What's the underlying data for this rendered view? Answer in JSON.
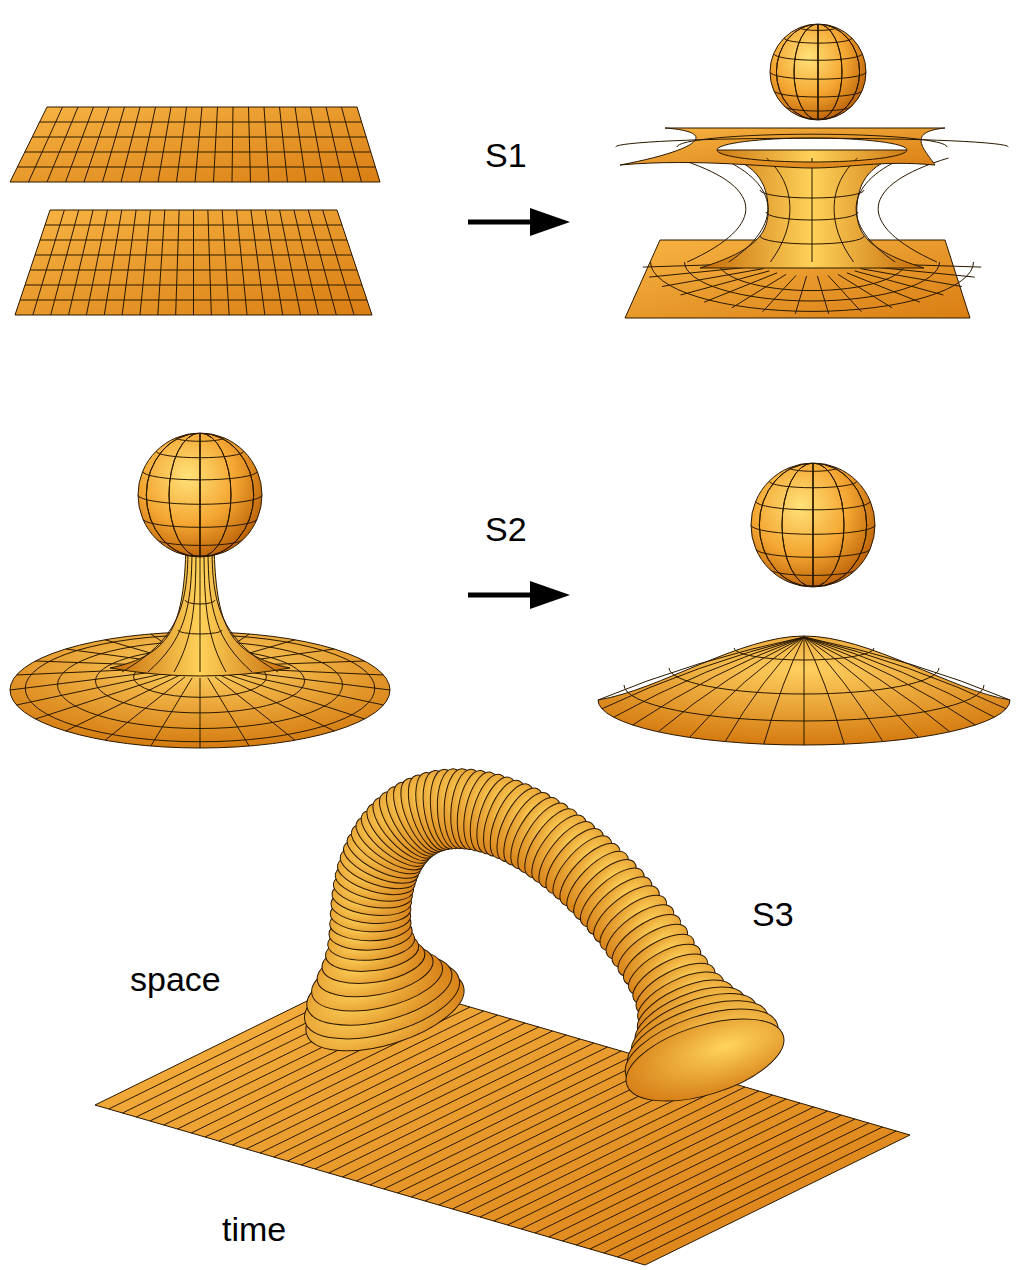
{
  "diagram": {
    "labels": [
      "S1",
      "S2",
      "S3",
      "space",
      "time"
    ]
  }
}
